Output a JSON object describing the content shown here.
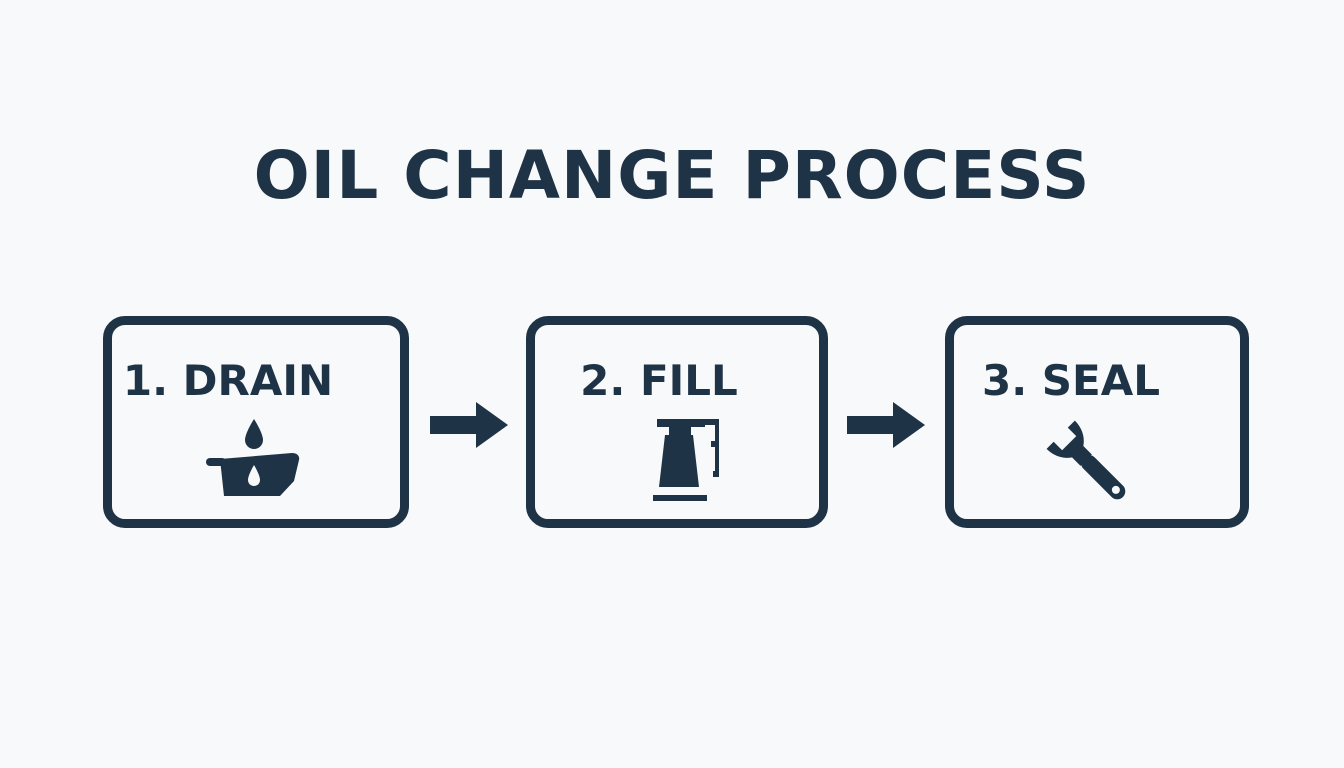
{
  "diagram": {
    "title": "OIL CHANGE PROCESS",
    "steps": [
      {
        "label": "1. DRAIN",
        "icon": "oil-drain-pan-icon"
      },
      {
        "label": "2. FILL",
        "icon": "oil-can-icon"
      },
      {
        "label": "3. SEAL",
        "icon": "wrench-icon"
      }
    ],
    "connectors": [
      "arrow-right-icon",
      "arrow-right-icon"
    ]
  },
  "colors": {
    "ink": "#1f3346",
    "background": "#f8f9fa"
  }
}
